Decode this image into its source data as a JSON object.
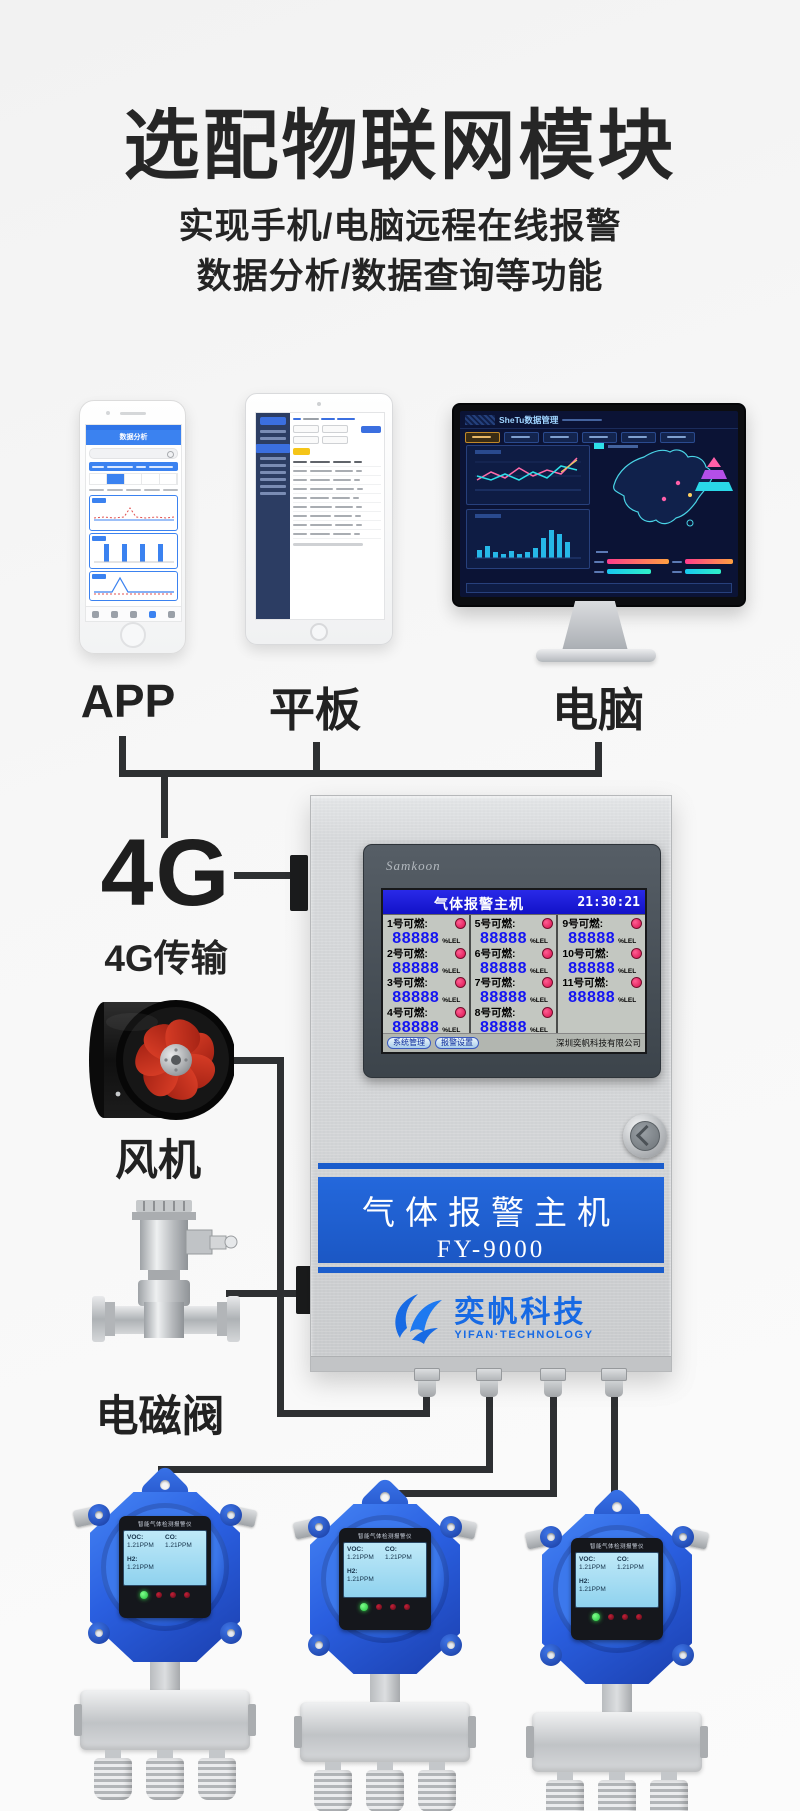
{
  "page": {
    "title": "选配物联网模块",
    "subtitle1": "实现手机/电脑远程在线报警",
    "subtitle2": "数据分析/数据查询等功能"
  },
  "devices": {
    "app_label": "APP",
    "tablet_label": "平板",
    "pc_label": "电脑",
    "phone_app_title": "数据分析",
    "monitor_brand": "SheTu数据管理"
  },
  "network": {
    "badge": "4G",
    "caption": "4G传输"
  },
  "hmi": {
    "brand": "Samkoon",
    "header": "气体报警主机",
    "time": "21:30:21",
    "channels": [
      {
        "name": "1号可燃:",
        "value": "88888",
        "unit": "%LEL"
      },
      {
        "name": "2号可燃:",
        "value": "88888",
        "unit": "%LEL"
      },
      {
        "name": "3号可燃:",
        "value": "88888",
        "unit": "%LEL"
      },
      {
        "name": "4号可燃:",
        "value": "88888",
        "unit": "%LEL"
      },
      {
        "name": "5号可燃:",
        "value": "88888",
        "unit": "%LEL"
      },
      {
        "name": "6号可燃:",
        "value": "88888",
        "unit": "%LEL"
      },
      {
        "name": "7号可燃:",
        "value": "88888",
        "unit": "%LEL"
      },
      {
        "name": "8号可燃:",
        "value": "88888",
        "unit": "%LEL"
      },
      {
        "name": "9号可燃:",
        "value": "88888",
        "unit": "%LEL"
      },
      {
        "name": "10号可燃:",
        "value": "88888",
        "unit": "%LEL"
      },
      {
        "name": "11号可燃:",
        "value": "88888",
        "unit": "%LEL"
      }
    ],
    "buttons": [
      "系统管理",
      "报警设置"
    ],
    "footer": "深圳奕帆科技有限公司"
  },
  "panel": {
    "band_title": "气体报警主机",
    "model": "FY-9000",
    "logo_cn": "奕帆科技",
    "logo_en": "YIFAN·TECHNOLOGY"
  },
  "labels": {
    "fan": "风机",
    "valve": "电磁阀"
  },
  "detector": {
    "screen_title": "智能气体检测报警仪",
    "readings": [
      {
        "gas": "VOC:",
        "value": "1.21PPM"
      },
      {
        "gas": "CO:",
        "value": "1.21PPM"
      },
      {
        "gas": "H2:",
        "value": "1.21PPM"
      }
    ]
  },
  "colors": {
    "accent_blue": "#1b5dcc",
    "logo_blue": "#176ae4",
    "hmi_header_blue": "#1212c8",
    "hmi_value_blue": "#1414f2",
    "alarm_red": "#e6175c",
    "fan_red": "#d43620",
    "detector_blue": "#2a5fe0",
    "wire_dark": "#2e3032"
  }
}
